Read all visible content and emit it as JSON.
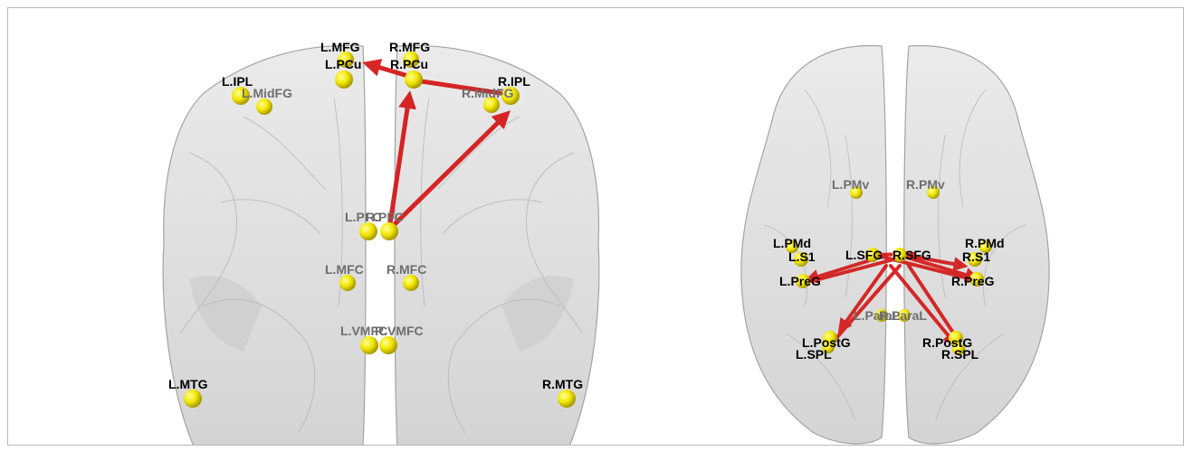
{
  "views": [
    {
      "name": "coronal-view",
      "labels": {
        "lmfg": "L.MFG",
        "rmfg": "R.MFG",
        "lpcu": "L.PCu",
        "rpcu": "R.PCu",
        "lipl": "L.IPL",
        "ripl": "R.IPL",
        "lmidfg": "L.MidFG",
        "rmidfg": "R.MidFG",
        "lpfc": "L.PFC",
        "rpfc": "R.PFC",
        "lmfc": "L.MFC",
        "rmfc": "R.MFC",
        "lvmfc": "L.VMFC",
        "rvmfc": "R.VMFC",
        "lmtg": "L.MTG",
        "rmtg": "R.MTG"
      }
    },
    {
      "name": "axial-view",
      "labels": {
        "lpmv": "L.PMv",
        "rpmv": "R.PMv",
        "lpmd": "L.PMd",
        "rpmd": "R.PMd",
        "ls1": "L.S1",
        "rs1": "R.S1",
        "lsfg": "L.SFG",
        "rsfg": "R.SFG",
        "lpreg": "L.PreG",
        "rpreg": "R.PreG",
        "lparal": "L.ParaL",
        "rparal": "R.ParaL",
        "lpostg": "L.PostG",
        "rpostg": "R.PostG",
        "lspl": "L.SPL",
        "rspl": "R.SPL"
      }
    }
  ],
  "colors": {
    "node": "#f2e600",
    "edge": "#d41414",
    "brain": "#d9d9d9",
    "frame": "#b9b9b9"
  }
}
